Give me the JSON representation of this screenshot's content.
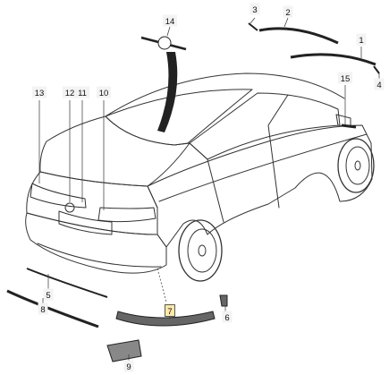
{
  "diagram": {
    "parts": [
      {
        "id": "p1",
        "label": "1"
      },
      {
        "id": "p2",
        "label": "2"
      },
      {
        "id": "p3",
        "label": "3"
      },
      {
        "id": "p4",
        "label": "4"
      },
      {
        "id": "p5",
        "label": "5"
      },
      {
        "id": "p6",
        "label": "6"
      },
      {
        "id": "p7",
        "label": "7",
        "highlighted": true
      },
      {
        "id": "p8",
        "label": "8"
      },
      {
        "id": "p9",
        "label": "9"
      },
      {
        "id": "p10",
        "label": "10"
      },
      {
        "id": "p11",
        "label": "11"
      },
      {
        "id": "p12",
        "label": "12"
      },
      {
        "id": "p13",
        "label": "13"
      },
      {
        "id": "p14",
        "label": "14"
      },
      {
        "id": "p15",
        "label": "15"
      }
    ],
    "colors": {
      "label_box": "#f3f3f3",
      "highlight_box": "#fde9a8",
      "outline": "#333333"
    }
  }
}
